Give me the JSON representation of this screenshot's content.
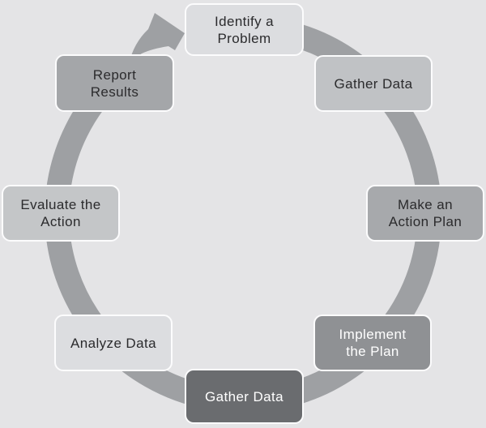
{
  "background_color": "#e4e4e6",
  "ring": {
    "color": "#9ea0a3",
    "arrow_color": "#9ea0a3",
    "direction": "clockwise"
  },
  "steps": [
    {
      "label": "Identify a\nProblem",
      "fill": "#dcdde0",
      "text_color": "#2b2b2d"
    },
    {
      "label": "Gather Data",
      "fill": "#c0c2c5",
      "text_color": "#2b2b2d"
    },
    {
      "label": "Make an\nAction Plan",
      "fill": "#a7a9ac",
      "text_color": "#2b2b2d"
    },
    {
      "label": "Implement\nthe Plan",
      "fill": "#8f9194",
      "text_color": "#ffffff"
    },
    {
      "label": "Gather Data",
      "fill": "#6a6c6f",
      "text_color": "#ffffff"
    },
    {
      "label": "Analyze Data",
      "fill": "#dcdde0",
      "text_color": "#2b2b2d"
    },
    {
      "label": "Evaluate the\nAction",
      "fill": "#c4c6c8",
      "text_color": "#2b2b2d"
    },
    {
      "label": "Report\nResults",
      "fill": "#a4a6a9",
      "text_color": "#2b2b2d"
    }
  ]
}
